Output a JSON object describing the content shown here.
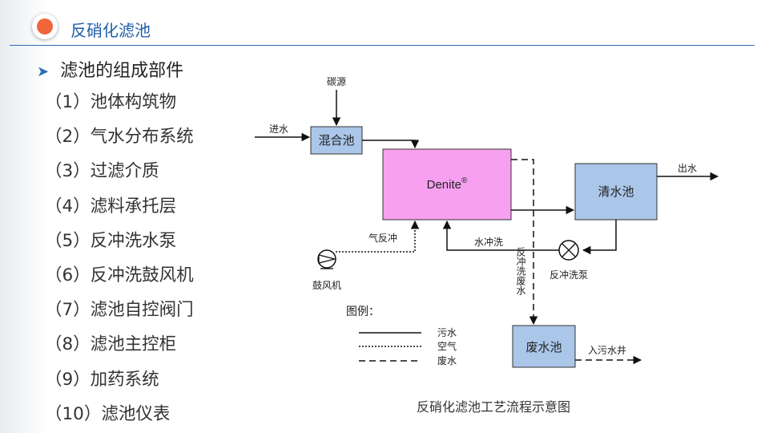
{
  "header": {
    "title": "反硝化滤池"
  },
  "section": {
    "title": "滤池的组成部件"
  },
  "parts": [
    "（1）池体构筑物",
    "（2）气水分布系统",
    "（3）过滤介质",
    "（4）滤料承托层",
    "（5）反冲洗水泵",
    "（6）反冲洗鼓风机",
    "（7）滤池自控阀门",
    "（8）滤池主控柜",
    "（9）加药系统",
    "（10）滤池仪表"
  ],
  "diagram": {
    "carbon_source": "碳源",
    "inlet": "进水",
    "mixing_tank": "混合池",
    "filter": "Denite",
    "filter_mark": "®",
    "clear_tank": "清水池",
    "outlet": "出水",
    "air_backwash": "气反冲",
    "water_backwash": "水冲洗",
    "blower": "鼓风机",
    "backwash_pump": "反冲洗泵",
    "waste_water_line": "反冲洗废水",
    "waste_tank": "废水池",
    "to_sewer": "入污水井",
    "legend_title": "图例：",
    "legend_sewage": "污水",
    "legend_air": "空气",
    "legend_waste": "废水"
  },
  "caption": "反硝化滤池工艺流程示意图",
  "colors": {
    "accent": "#2d6fb6",
    "dot": "#f0663a",
    "tank": "#aac6e8",
    "filter": "#f6a0ef"
  }
}
